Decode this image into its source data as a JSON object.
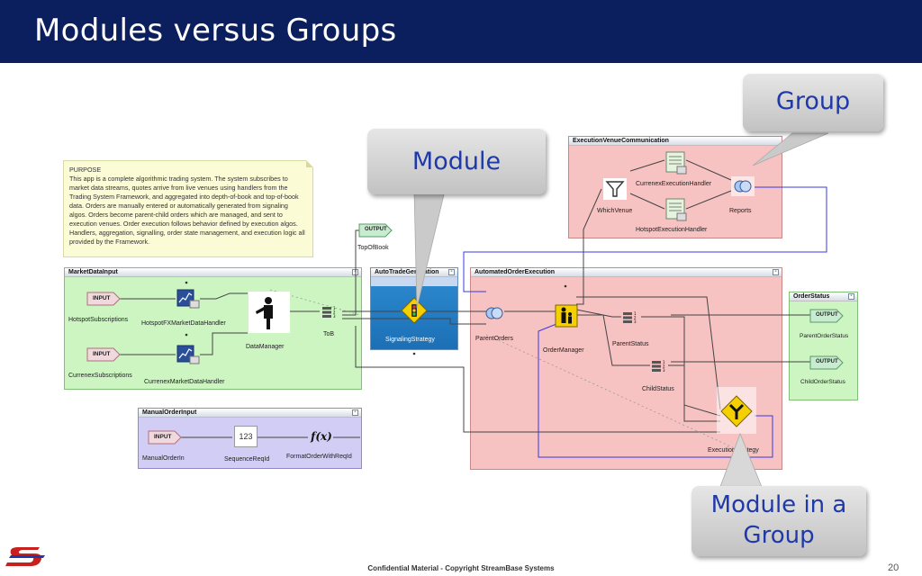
{
  "slide": {
    "title": "Modules versus Groups",
    "footer": "Confidential Material - Copyright StreamBase Systems",
    "page_number": "20"
  },
  "note": {
    "heading": "PURPOSE",
    "body": "This app is a complete algorithmic trading system. The system subscribes to market data streams, quotes arrive from live venues using handlers from the Trading System Framework, and aggregated into depth-of-book and top-of-book data. Orders are manually entered or automatically generated from signaling algos. Orders become parent-child orders which are managed, and sent to execution venues. Order execution follows behavior defined by execution algos. Handlers, aggregation, signalling, order state management, and execution logic all provided by the Framework."
  },
  "groups": {
    "market_data_input": {
      "title": "MarketDataInput",
      "color": "#ccf5c2"
    },
    "auto_trade_generation": {
      "title": "AutoTradeGeneration",
      "color": "#c8d8f0"
    },
    "automated_order_execution": {
      "title": "AutomatedOrderExecution",
      "color": "#f7c2c2"
    },
    "execution_venue_communication": {
      "title": "ExecutionVenueCommunication",
      "color": "#f7c2c2"
    },
    "order_status": {
      "title": "OrderStatus",
      "color": "#ccf5c2"
    },
    "manual_order_input": {
      "title": "ManualOrderInput",
      "color": "#d2cdf5"
    }
  },
  "nodes": {
    "hotspot_subscriptions": "HotspotSubscriptions",
    "hotspot_fx_handler": "HotspotFXMarketDataHandler",
    "currenex_subscriptions": "CurrenexSubscriptions",
    "currenex_handler": "CurrenexMarketDataHandler",
    "data_manager": "DataManager",
    "tob": "ToB",
    "top_of_book": "TopOfBook",
    "signaling_strategy": "SignalingStrategy",
    "parent_orders": "ParentOrders",
    "order_manager": "OrderManager",
    "parent_status": "ParentStatus",
    "child_status": "ChildStatus",
    "execution_strategy": "ExecutionStrategy",
    "which_venue": "WhichVenue",
    "currenex_execution_handler": "CurrenexExecutionHandler",
    "hotspot_execution_handler": "HotspotExecutionHandler",
    "reports": "Reports",
    "parent_order_status": "ParentOrderStatus",
    "child_order_status": "ChildOrderStatus",
    "manual_order_in": "ManualOrderIn",
    "sequence_req_id": "SequenceReqId",
    "format_order": "FormatOrderWithReqId"
  },
  "tags": {
    "input": "INPUT",
    "output": "OUTPUT",
    "fx": "f(x)",
    "seq": "123"
  },
  "callouts": {
    "module": "Module",
    "group": "Group",
    "module_in_group_line1": "Module in a",
    "module_in_group_line2": "Group"
  },
  "colors": {
    "title_bar": "#0b1f5e",
    "callout_text": "#1f3aa8",
    "blue_wire": "#3a3ae0"
  }
}
